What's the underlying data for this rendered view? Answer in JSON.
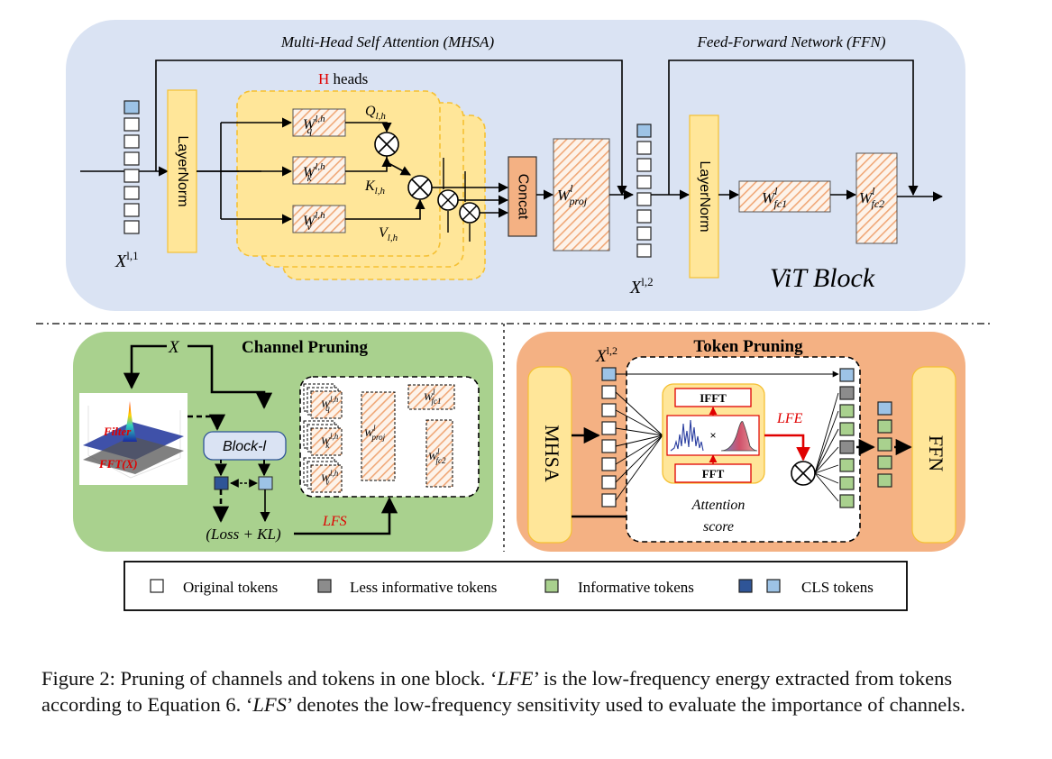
{
  "vit": {
    "mhsa_title": "Multi-Head Self Attention (MHSA)",
    "ffn_title": "Feed-Forward Network (FFN)",
    "heads_letter": "H",
    "heads_word": " heads",
    "layernorm": "LayerNorm",
    "concat": "Concat",
    "x_in_base": "X",
    "x_in_sup": "l,1",
    "x_out_base": "X",
    "x_out_sup": "l,2",
    "wq": {
      "base": "W",
      "sup": "l,h",
      "sub": "q"
    },
    "wk": {
      "base": "W",
      "sup": "l,h",
      "sub": "k"
    },
    "wv": {
      "base": "W",
      "sup": "l,h",
      "sub": "v"
    },
    "q": {
      "base": "Q",
      "sub": "l,h"
    },
    "k": {
      "base": "K",
      "sub": "l,h"
    },
    "v": {
      "base": "V",
      "sub": "l,h"
    },
    "wproj": {
      "base": "W",
      "sup": "l",
      "sub": "proj"
    },
    "wfc1": {
      "base": "W",
      "sup": "l",
      "sub": "fc1"
    },
    "wfc2": {
      "base": "W",
      "sup": "l",
      "sub": "fc2"
    },
    "block_label": "ViT Block"
  },
  "channel": {
    "title": "Channel Pruning",
    "x_label": "X",
    "filter_label": "Filter",
    "fft_label": "FFT(X)",
    "block_label": "Block-l",
    "loss_label": "(Loss + KL)",
    "lfs_label": "LFS",
    "wq": {
      "base": "W",
      "sup": "l,h",
      "sub": "q"
    },
    "wk": {
      "base": "W",
      "sup": "l,h",
      "sub": "k"
    },
    "wv": {
      "base": "W",
      "sup": "l,h",
      "sub": "v"
    },
    "wproj": {
      "base": "W",
      "sup": "l",
      "sub": "proj"
    },
    "wfc1": {
      "base": "W",
      "sup": "l",
      "sub": "fc1"
    },
    "wfc2": {
      "base": "W",
      "sup": "l",
      "sub": "fc2"
    }
  },
  "token": {
    "title": "Token Pruning",
    "x_base": "X",
    "x_sup": "l,2",
    "mhsa": "MHSA",
    "ifft": "IFFT",
    "fft": "FFT",
    "lfe": "LFE",
    "times": "×",
    "attn_line1": "Attention",
    "attn_line2": "score",
    "ffn": "FFN"
  },
  "legend": {
    "items": [
      {
        "label": "Original tokens",
        "color": "#ffffff"
      },
      {
        "label": "Less informative tokens",
        "color": "#8c8c8c"
      },
      {
        "label": "Informative tokens",
        "color": "#a9d18e"
      },
      {
        "label": "CLS tokens",
        "colors": [
          "#2f5597",
          "#9dc3e6"
        ]
      }
    ]
  },
  "colors": {
    "vit_bg": "#dae3f3",
    "channel_bg": "#a9d18e",
    "token_bg": "#f4b183",
    "head_fill": "#ffe699",
    "head_border": "#f5c033",
    "layernorm_fill": "#ffe699",
    "concat_fill": "#f4b183",
    "cls_dark": "#2f5597",
    "cls_light": "#9dc3e6",
    "informative": "#a9d18e",
    "less_informative": "#8c8c8c",
    "lfe_red": "#e00000"
  },
  "caption": {
    "p1": "Figure 2: Pruning of channels and tokens in one block. ‘",
    "lfe": "LFE",
    "p2": "’ is the low-frequency energy extracted from tokens according to Equation 6. ‘",
    "lfs": "LFS",
    "p3": "’ denotes the low-frequency sensitivity used to evaluate the importance of channels."
  }
}
